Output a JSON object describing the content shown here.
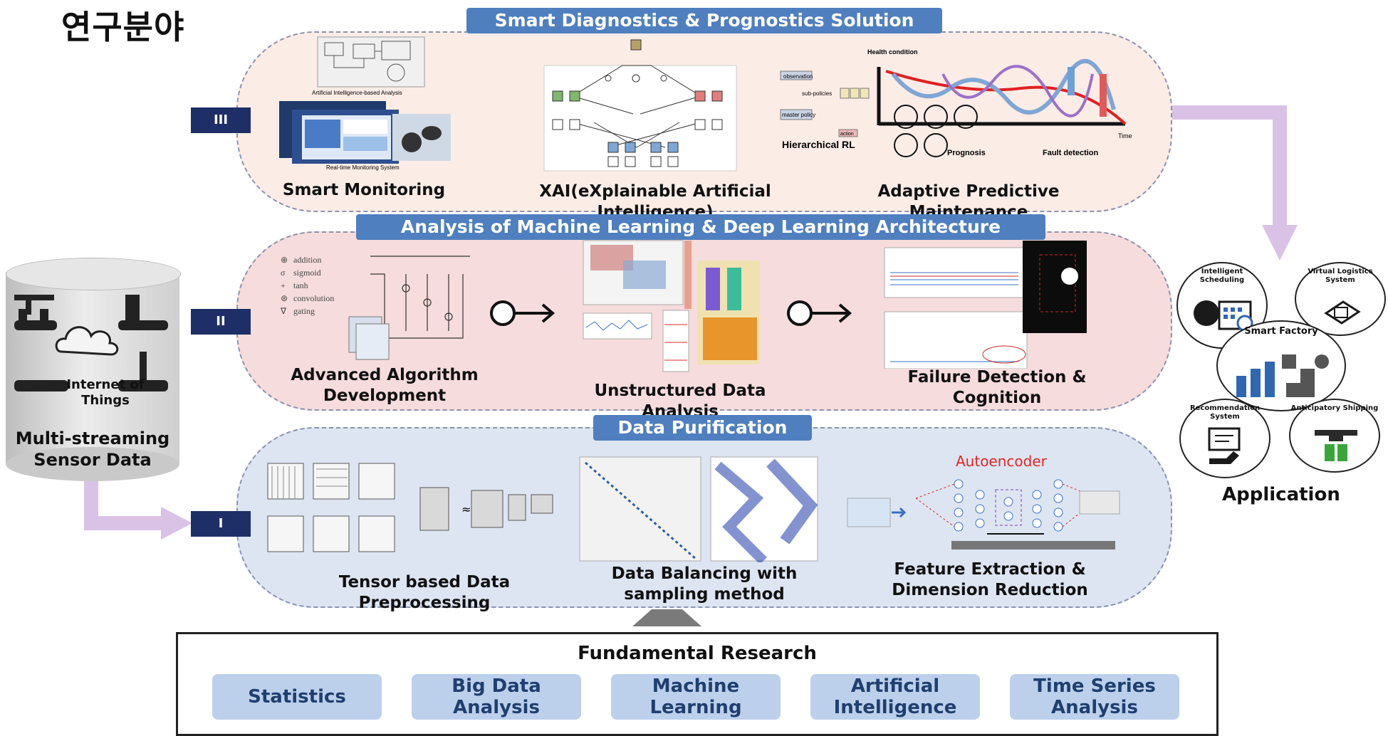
{
  "page_title": "연구분야",
  "tiers": {
    "tier3": {
      "banner": "Smart Diagnostics & Prognostics Solution",
      "level": "III",
      "items": [
        {
          "label": "Smart Monitoring",
          "caption_top": "Artificial Intelligence-based Analysis",
          "caption_bottom": "Real-time Monitoring System"
        },
        {
          "label": "XAI(eXplainable Artificial Intelligence)"
        },
        {
          "label": "Adaptive Predictive Maintenance",
          "health": "Health condition",
          "time": "Time",
          "prognosis": "Prognosis",
          "fault": "Fault detection",
          "hrl": "Hierarchical RL",
          "obs": "observation",
          "subpol": "sub-policies",
          "master": "master policy",
          "action": "action"
        }
      ]
    },
    "tier2": {
      "banner": "Analysis of Machine Learning & Deep Learning Architecture",
      "level": "II",
      "items": [
        {
          "label": "Advanced Algorithm Development",
          "legend": [
            "addition",
            "sigmoid",
            "tanh",
            "convolution",
            "gating"
          ]
        },
        {
          "label": "Unstructured Data Analysis"
        },
        {
          "label": "Failure Detection & Cognition"
        }
      ]
    },
    "tier1": {
      "banner": "Data Purification",
      "level": "I",
      "items": [
        {
          "label": "Tensor based Data Preprocessing"
        },
        {
          "label": "Data Balancing with sampling method"
        },
        {
          "label": "Feature Extraction & Dimension Reduction",
          "autoencoder": "Autoencoder"
        }
      ]
    }
  },
  "sensor": {
    "iot_label": "Internet of Things",
    "label": "Multi-streaming Sensor Data"
  },
  "application": {
    "label": "Application",
    "nodes": [
      {
        "label": "Intelligent Scheduling"
      },
      {
        "label": "Virtual Logistics System"
      },
      {
        "label": "Smart Factory"
      },
      {
        "label": "Recommendation System"
      },
      {
        "label": "Anticipatory Shipping"
      }
    ]
  },
  "fundamental": {
    "title": "Fundamental Research",
    "pills": [
      "Statistics",
      "Big Data\nAnalysis",
      "Machine\nLearning",
      "Artificial\nIntelligence",
      "Time Series\nAnalysis"
    ]
  },
  "colors": {
    "banner": "#4f7fbe",
    "level": "#1d2f66",
    "arrow": "#d9c2e6",
    "pill": "#bcd0ec",
    "tier3_bg": "#fcece6",
    "tier2_bg": "#f6dcdc",
    "tier1_bg": "#dde5f2"
  }
}
